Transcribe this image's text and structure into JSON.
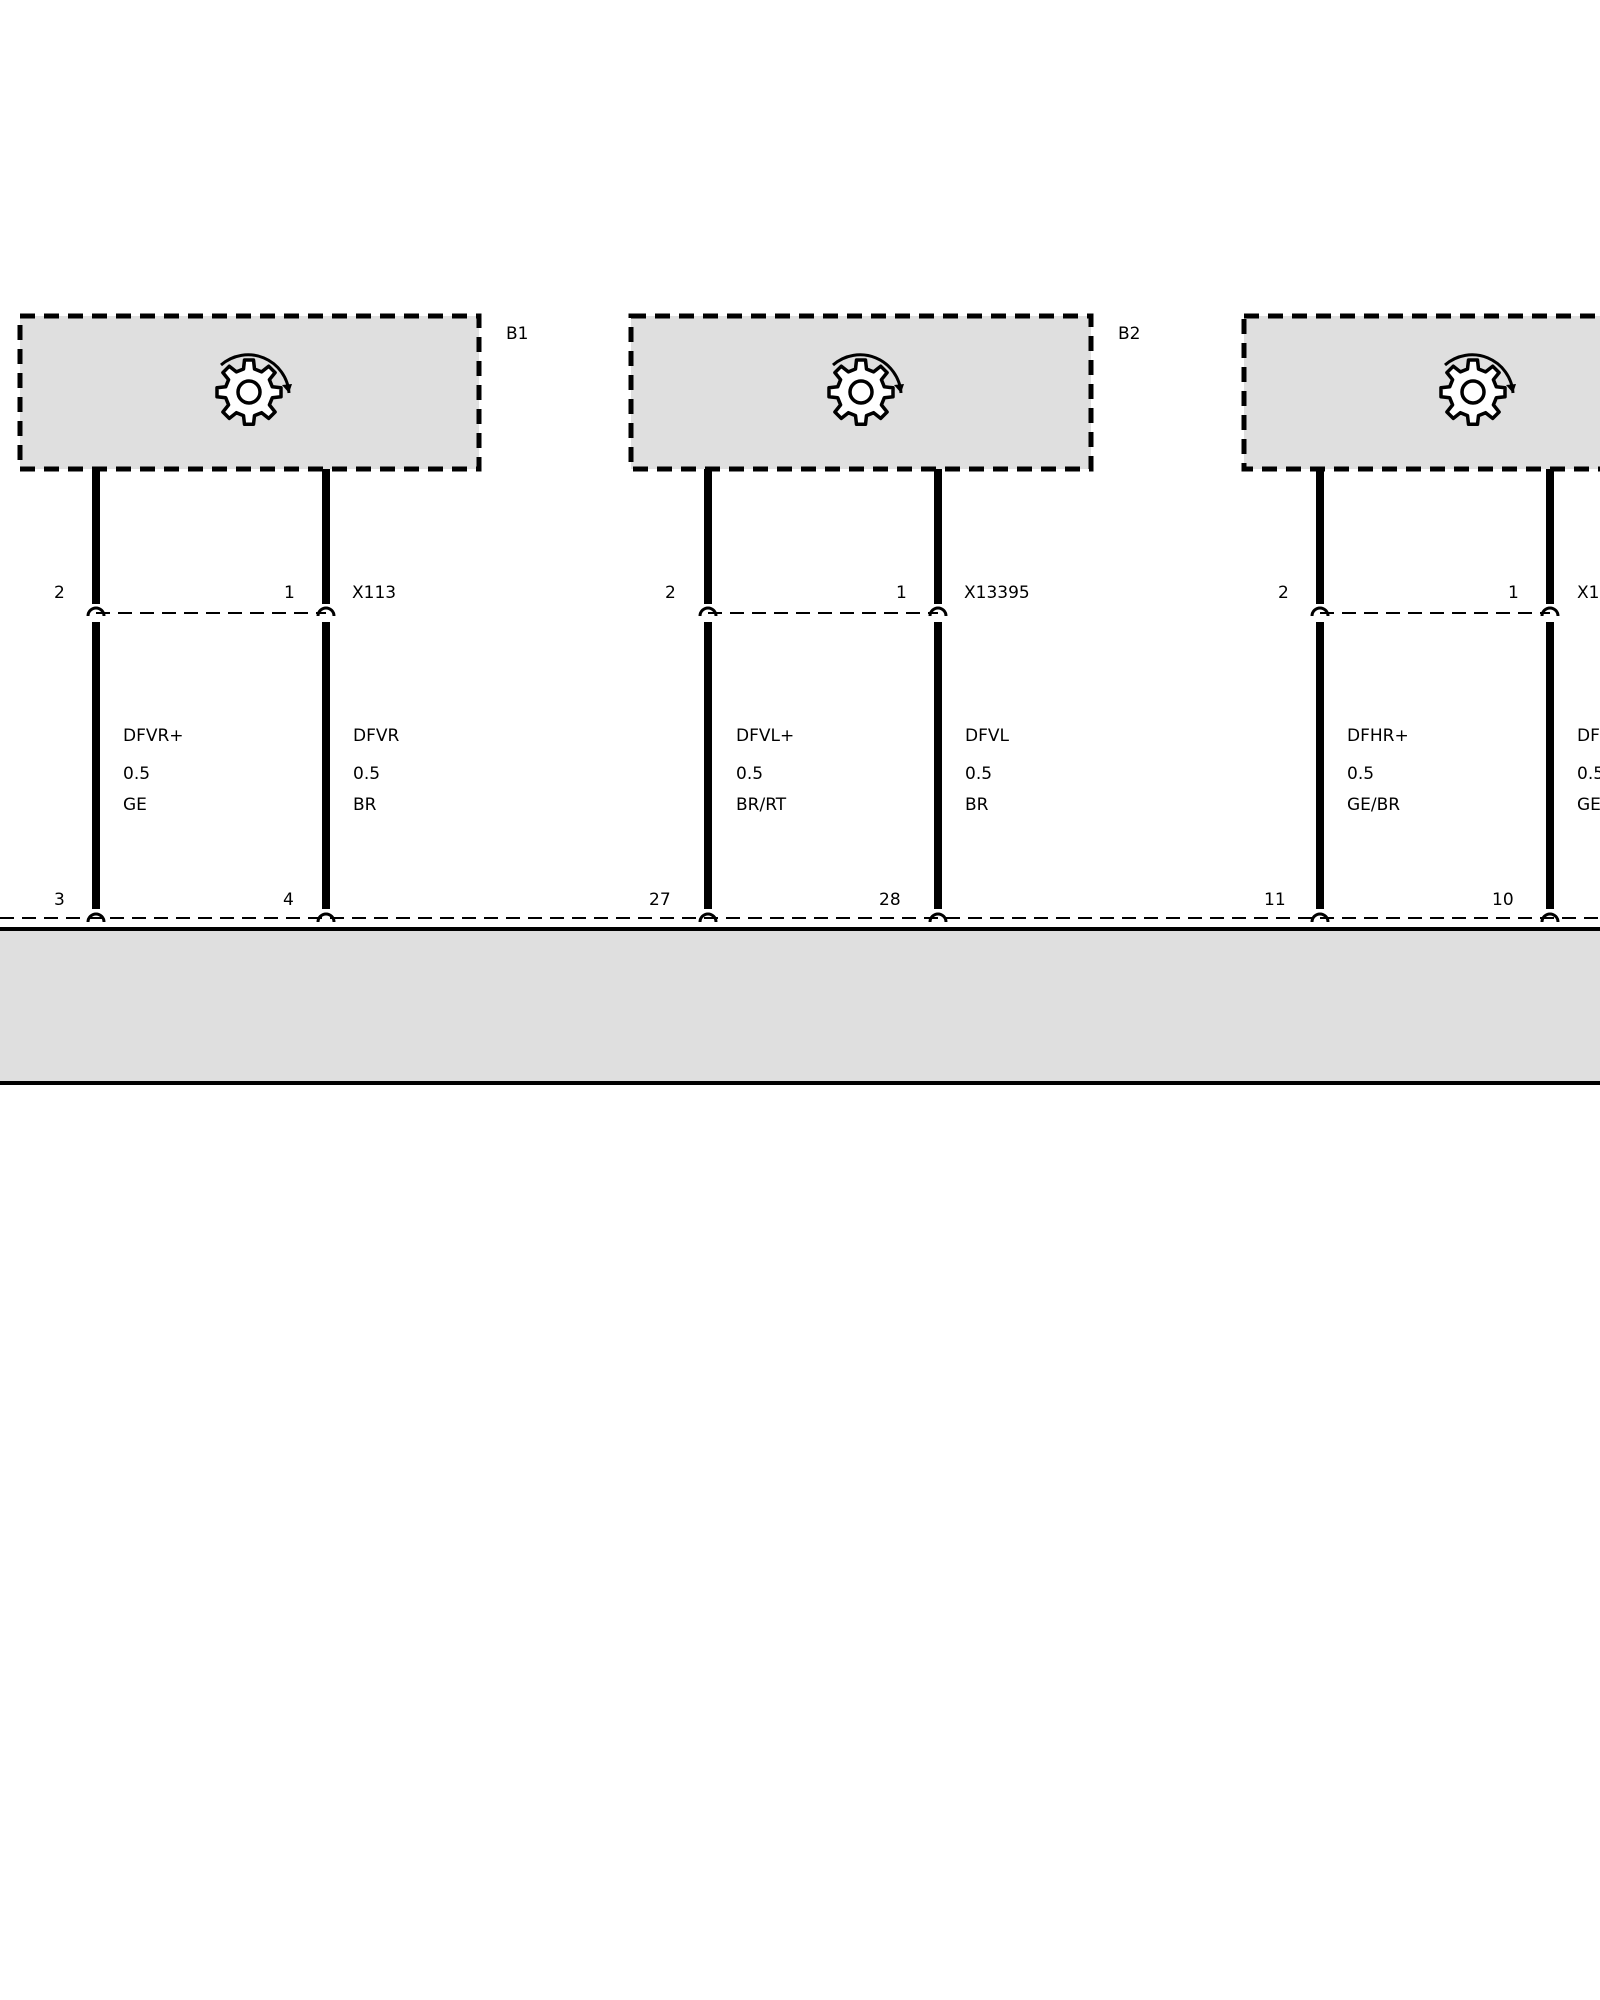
{
  "diagram": {
    "colors": {
      "component_fill": "#dfdfdf",
      "module_fill": "#dfdfdf",
      "line": "#000000",
      "background": "#ffffff"
    },
    "sensors": [
      {
        "id": "B1",
        "icon": "gear-with-rotation-arrow-icon",
        "connector": "X113",
        "wires": [
          {
            "sensor_pin": "2",
            "module_pin": "3",
            "signal": "DFVR+",
            "gauge": "0.5",
            "color": "GE"
          },
          {
            "sensor_pin": "1",
            "module_pin": "4",
            "signal": "DFVR",
            "gauge": "0.5",
            "color": "BR"
          }
        ]
      },
      {
        "id": "B2",
        "icon": "gear-with-rotation-arrow-icon",
        "connector": "X13395",
        "wires": [
          {
            "sensor_pin": "2",
            "module_pin": "27",
            "signal": "DFVL+",
            "gauge": "0.5",
            "color": "BR/RT"
          },
          {
            "sensor_pin": "1",
            "module_pin": "28",
            "signal": "DFVL",
            "gauge": "0.5",
            "color": "BR"
          }
        ]
      },
      {
        "id": "",
        "icon": "gear-with-rotation-arrow-icon",
        "connector": "X1",
        "wires": [
          {
            "sensor_pin": "2",
            "module_pin": "11",
            "signal": "DFHR+",
            "gauge": "0.5",
            "color": "GE/BR"
          },
          {
            "sensor_pin": "1",
            "module_pin": "10",
            "signal": "DF",
            "gauge": "0.5",
            "color": "GE"
          }
        ]
      }
    ]
  }
}
